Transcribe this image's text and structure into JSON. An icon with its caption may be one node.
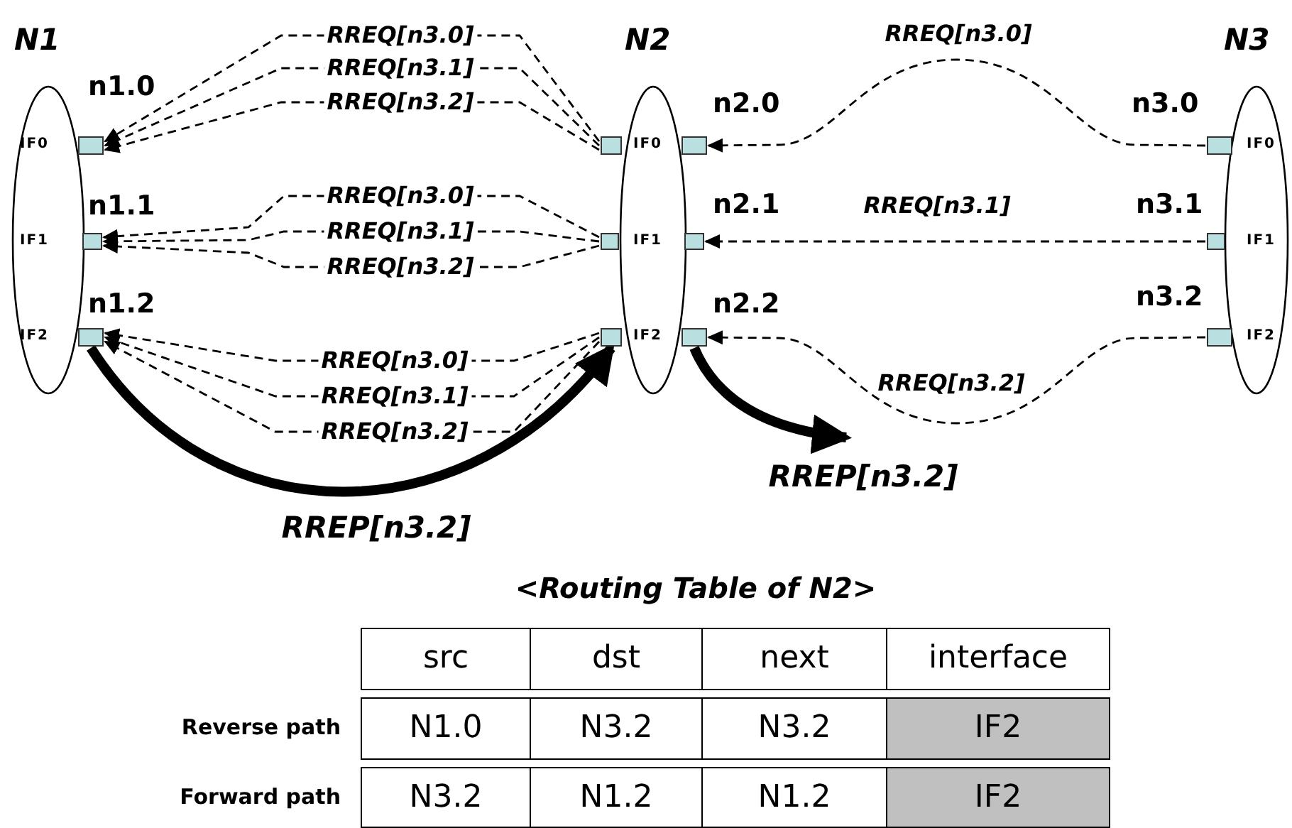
{
  "diagram": {
    "nodes": [
      {
        "text": [
          "N1",
          "IF0",
          "IF1",
          "IF2"
        ]
      },
      {
        "text": [],
        "shape": "box"
      },
      {
        "text": [],
        "shape": "box"
      },
      {
        "text": [],
        "shape": "box"
      },
      {
        "text": [
          "N2",
          "IF0",
          "IF1",
          "IF2"
        ]
      },
      {
        "text": [],
        "shape": "box"
      },
      {
        "text": [],
        "shape": "box"
      },
      {
        "text": [],
        "shape": "box"
      },
      {
        "text": [],
        "shape": "box"
      },
      {
        "text": [],
        "shape": "box"
      },
      {
        "text": [],
        "shape": "box"
      },
      {
        "text": [
          "N3",
          "IF0",
          "IF1",
          "IF2"
        ]
      },
      {
        "text": [],
        "shape": "box"
      },
      {
        "text": [],
        "shape": "box"
      },
      {
        "text": [],
        "shape": "box"
      }
    ],
    "edges": [
      {
        "from": 5,
        "to": 1,
        "arrow": "to",
        "style": "dashed",
        "label": "RREQ[n3.0]"
      },
      {
        "from": 5,
        "to": 1,
        "arrow": "to",
        "style": "dashed",
        "label": "RREQ[n3.1]"
      },
      {
        "from": 5,
        "to": 1,
        "arrow": "to",
        "style": "dashed",
        "label": "RREQ[n3.2]"
      },
      {
        "from": 7,
        "to": 2,
        "arrow": "to",
        "style": "dashed",
        "label": "RREQ[n3.0]"
      },
      {
        "from": 7,
        "to": 2,
        "arrow": "to",
        "style": "dashed",
        "label": "RREQ[n3.1]"
      },
      {
        "from": 7,
        "to": 2,
        "arrow": "to",
        "style": "dashed",
        "label": "RREQ[n3.2]"
      },
      {
        "from": 9,
        "to": 3,
        "arrow": "to",
        "style": "dashed",
        "label": "RREQ[n3.0]"
      },
      {
        "from": 9,
        "to": 3,
        "arrow": "to",
        "style": "dashed",
        "label": "RREQ[n3.1]"
      },
      {
        "from": 9,
        "to": 3,
        "arrow": "to",
        "style": "dashed",
        "label": "RREQ[n3.2]"
      },
      {
        "from": 12,
        "to": 6,
        "arrow": "to",
        "style": "dashed",
        "label": "RREQ[n3.0]"
      },
      {
        "from": 13,
        "to": 8,
        "arrow": "to",
        "style": "dashed",
        "label": "RREQ[n3.1]"
      },
      {
        "from": 14,
        "to": 10,
        "arrow": "to",
        "style": "dashed",
        "label": "RREQ[n3.2]"
      },
      {
        "from": 3,
        "to": 9,
        "arrow": "to",
        "style": "thick",
        "label": "RREP[n3.2]"
      },
      {
        "from": 10,
        "to": null,
        "arrow": "to",
        "style": "thick",
        "label": "RREP[n3.2]"
      }
    ],
    "labels": [
      "n1.0",
      "n2.0",
      "n3.0",
      "n1.1",
      "n2.1",
      "n3.1",
      "n1.2",
      "n2.2",
      "n3.2",
      "<Routing Table of N2>",
      "src",
      "dst",
      "next",
      "interface",
      "Reverse path",
      "N1.0",
      "N3.2",
      "N3.2",
      "IF2",
      "Forward path",
      "N3.2",
      "N1.2",
      "N1.2",
      "IF2"
    ]
  }
}
